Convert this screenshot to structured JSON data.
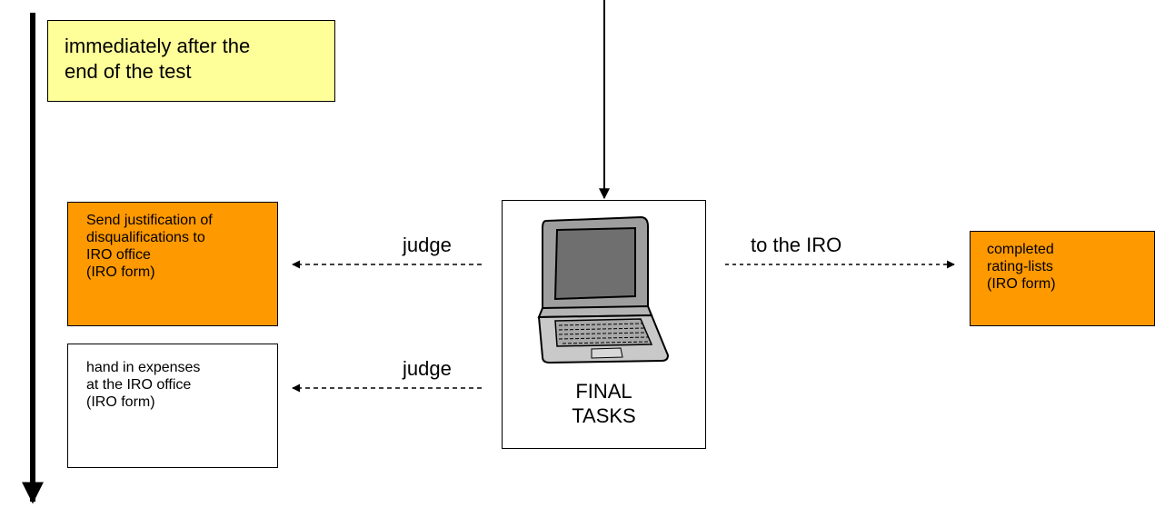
{
  "timeline_note": [
    "immediately after the",
    "end of the test"
  ],
  "judge_tasks": {
    "disqualification": [
      "Send justification of",
      "disqualifications to",
      "IRO office",
      "(IRO form)"
    ],
    "expenses": [
      "hand in expenses",
      "at the IRO office",
      "(IRO form)"
    ]
  },
  "final_tasks": [
    "FINAL",
    "TASKS"
  ],
  "iro_output": [
    "completed",
    "rating-lists",
    "(IRO form)"
  ],
  "edge_labels": {
    "judge_top": "judge",
    "judge_bottom": "judge",
    "to_iro": "to the IRO"
  },
  "colors": {
    "note_background": "#ffff99",
    "orange_box": "#ff9900"
  },
  "icons": {
    "final_tasks_icon": "laptop-icon"
  }
}
